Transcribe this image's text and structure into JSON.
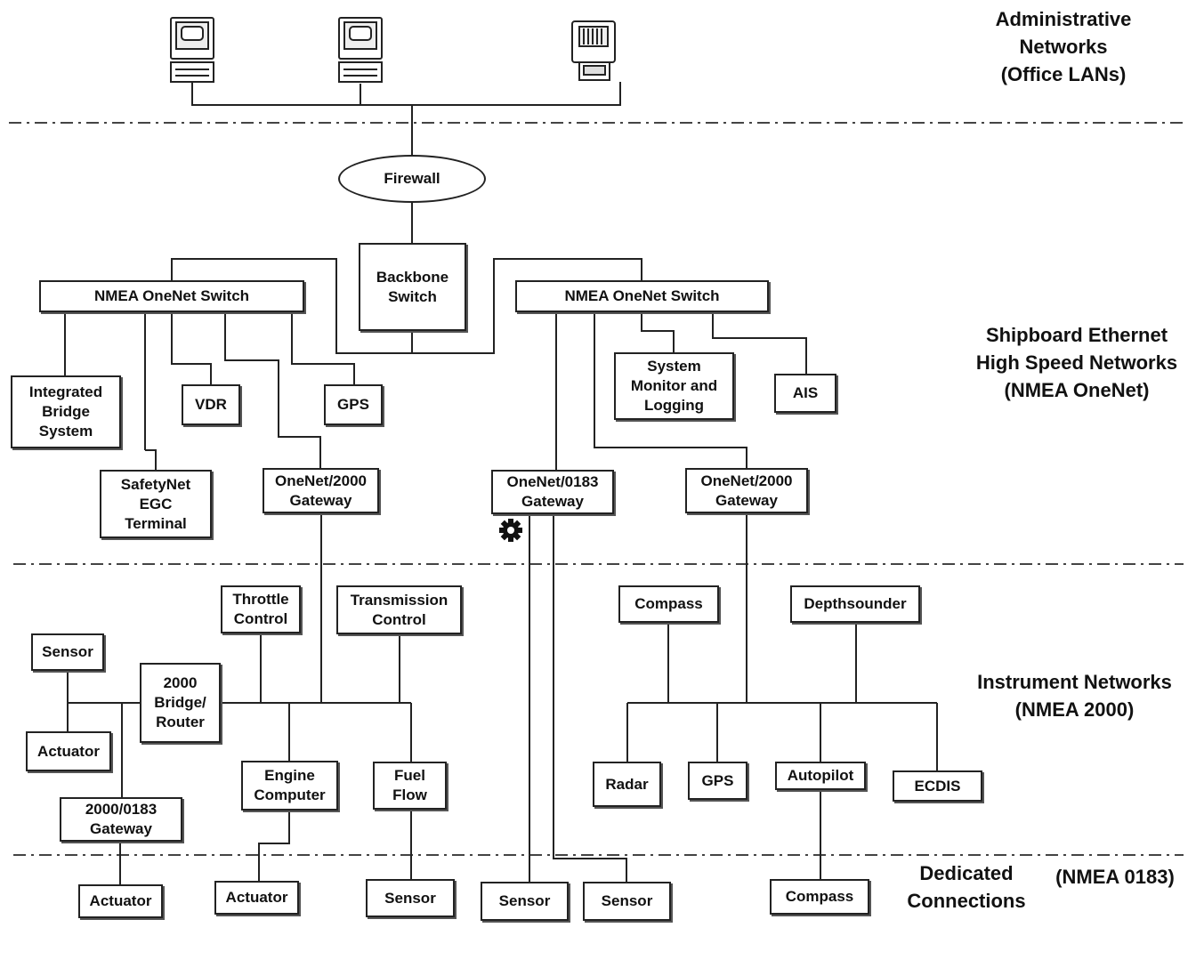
{
  "zones": {
    "administrative": "Administrative\nNetworks\n(Office LANs)",
    "shipboard": "Shipboard Ethernet\nHigh Speed Networks\n(NMEA OneNet)",
    "instrument": "Instrument Networks\n(NMEA 2000)",
    "dedicated": "Dedicated\nConnections",
    "dedicated_protocol": "(NMEA 0183)"
  },
  "nodes": {
    "firewall": "Firewall",
    "backbone_switch": "Backbone\nSwitch",
    "onenet_switch_left": "NMEA OneNet Switch",
    "onenet_switch_right": "NMEA OneNet Switch",
    "integrated_bridge": "Integrated\nBridge\nSystem",
    "safetynet": "SafetyNet\nEGC\nTerminal",
    "vdr": "VDR",
    "gps_onenet": "GPS",
    "gateway_2000_left": "OneNet/2000\nGateway",
    "system_monitor": "System\nMonitor and\nLogging",
    "ais": "AIS",
    "gateway_0183": "OneNet/0183\nGateway",
    "gateway_2000_right": "OneNet/2000\nGateway",
    "throttle": "Throttle\nControl",
    "transmission": "Transmission\nControl",
    "sensor_left": "Sensor",
    "bridge_router": "2000\nBridge/\nRouter",
    "actuator_left": "Actuator",
    "gateway_2000_0183": "2000/0183\nGateway",
    "engine_computer": "Engine\nComputer",
    "fuel_flow": "Fuel\nFlow",
    "compass_n2k": "Compass",
    "depthsounder": "Depthsounder",
    "radar": "Radar",
    "gps_n2k": "GPS",
    "autopilot": "Autopilot",
    "ecdis": "ECDIS",
    "actuator_b1": "Actuator",
    "actuator_b2": "Actuator",
    "sensor_b1": "Sensor",
    "sensor_b2": "Sensor",
    "sensor_b3": "Sensor",
    "compass_0183": "Compass"
  },
  "icons": {
    "workstation_1": "desktop-computer-icon",
    "workstation_2": "desktop-computer-icon",
    "printer": "printer-icon",
    "gear": "gear-icon"
  }
}
